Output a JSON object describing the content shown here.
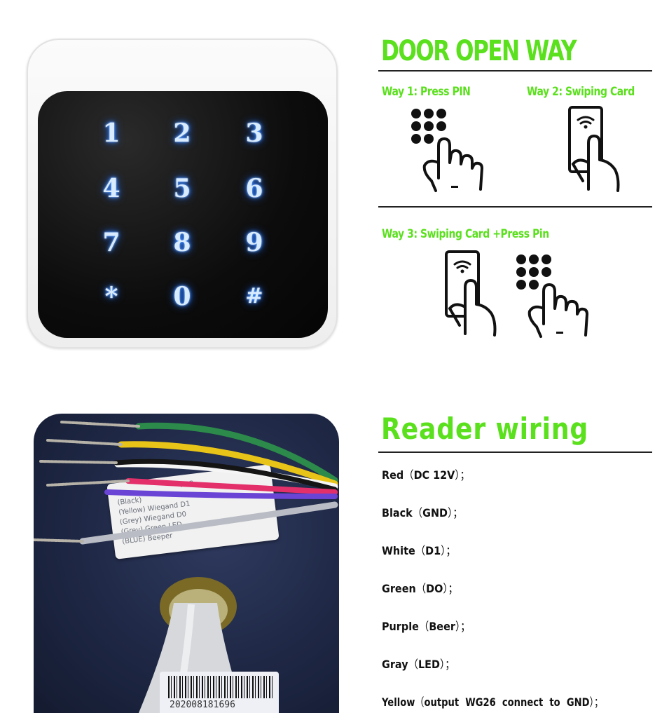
{
  "keypad": {
    "keys": [
      "1",
      "2",
      "3",
      "4",
      "5",
      "6",
      "7",
      "8",
      "9",
      "*",
      "0",
      "#"
    ]
  },
  "door_open": {
    "title": "DOOR OPEN WAY",
    "way1": "Way 1: Press PIN",
    "way2": "Way 2: Swiping Card",
    "way3": "Way 3: Swiping Card +Press Pin"
  },
  "photo": {
    "label_lines": [
      "VCC",
      "(Black)",
      "(Yellow)  Wiegand D1",
      "(Grey)  Wiegand D0",
      "(Grey)  Green LED",
      "(BLUE)  Beeper"
    ],
    "barcode_text": "202008181696"
  },
  "wiring": {
    "title": "Reader  wiring",
    "items": [
      {
        "color": "Red",
        "detail": "DC  12V"
      },
      {
        "color": "Black",
        "detail": "GND"
      },
      {
        "color": "White",
        "detail": "D1"
      },
      {
        "color": "Green",
        "detail": "DO"
      },
      {
        "color": "Purple",
        "detail": "Beer"
      },
      {
        "color": "Gray",
        "detail": "LED"
      },
      {
        "color": "Yellow",
        "detail": "output  WG26  connect  to  GND"
      }
    ]
  },
  "colors": {
    "accent_green": "#5ae01c",
    "key_glow": "#3c8dff",
    "text_dark": "#111111"
  }
}
